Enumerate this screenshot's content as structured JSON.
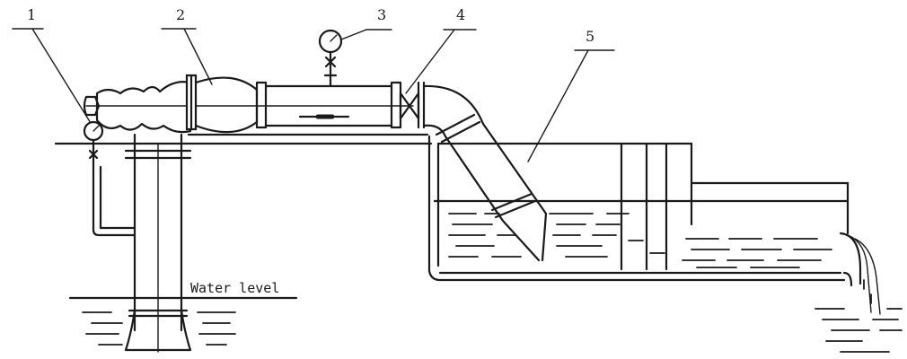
{
  "diagram": {
    "labels": [
      {
        "id": "1",
        "text": "1"
      },
      {
        "id": "2",
        "text": "2"
      },
      {
        "id": "3",
        "text": "3"
      },
      {
        "id": "4",
        "text": "4"
      },
      {
        "id": "5",
        "text": "5"
      }
    ],
    "water_level_text": "Water level"
  }
}
